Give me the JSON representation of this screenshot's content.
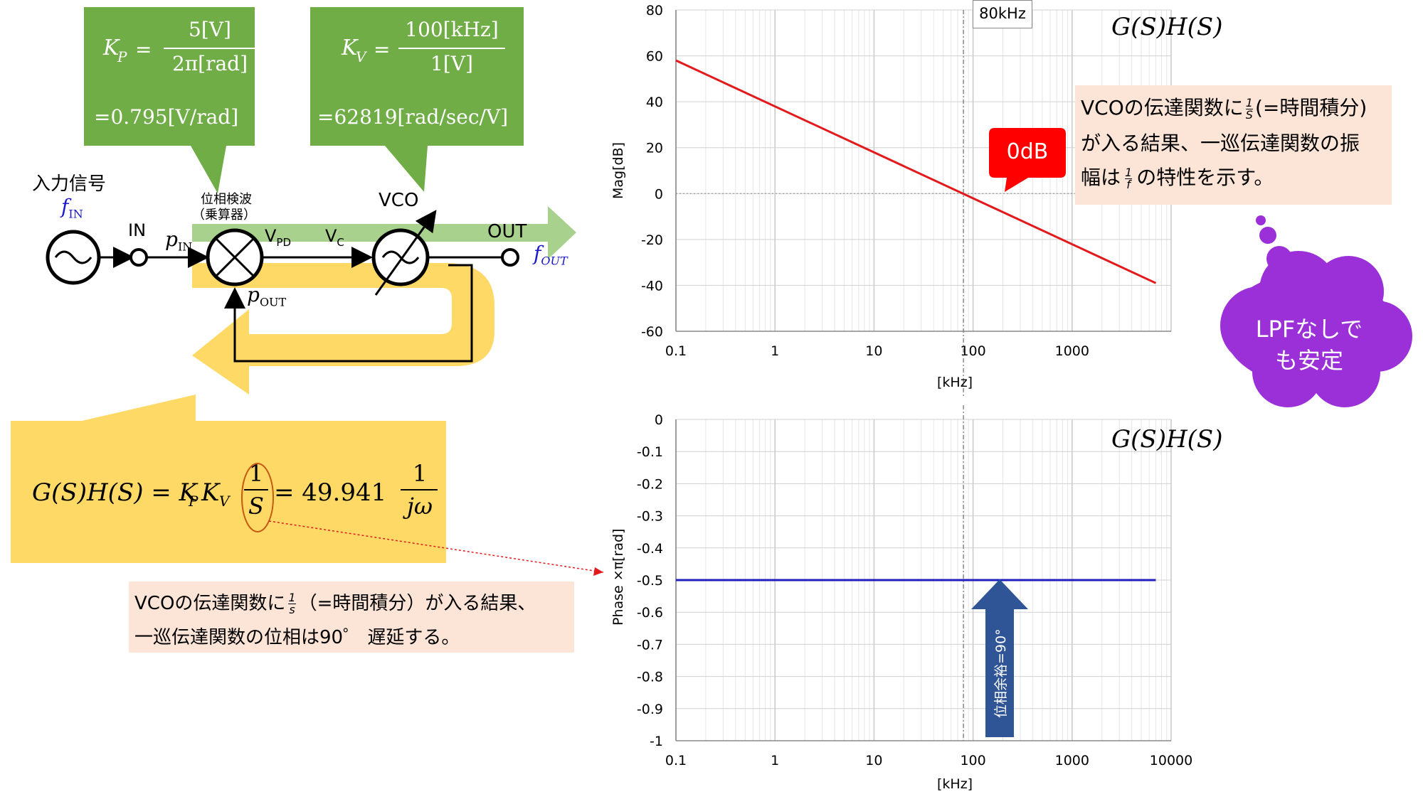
{
  "block_diagram": {
    "kp_callout": {
      "symbol": "K",
      "sub": "P",
      "numerator": "5[V]",
      "denominator": "2π[rad]",
      "value": "=0.795[V/rad]"
    },
    "kv_callout": {
      "symbol": "K",
      "sub": "V",
      "numerator": "100[kHz]",
      "denominator": "1[V]",
      "value": "=62819[rad/sec/V]"
    },
    "input_signal_label": "入力信号",
    "f_in": {
      "base": "f",
      "sub": "IN"
    },
    "in_label": "IN",
    "p_in": {
      "base": "p",
      "sub": "IN"
    },
    "phase_detector_label": "位相検波",
    "phase_detector_sublabel": "（乗算器）",
    "v_pd": {
      "base": "V",
      "sub": "PD"
    },
    "v_c": {
      "base": "V",
      "sub": "C"
    },
    "vco_label": "VCO",
    "out_label": "OUT",
    "f_out": {
      "base": "f",
      "sub": "OUT"
    },
    "p_out": {
      "base": "p",
      "sub": "OUT"
    },
    "loop_formula": {
      "lhs": "G(S)H(S) = K",
      "sub1": "P",
      "mid": "K",
      "sub2": "V",
      "frac_num": "1",
      "frac_den": "S",
      "equals": "= 49.941",
      "frac2_num": "1",
      "frac2_den": "jω"
    },
    "phase_note_line1_a": "VCOの伝達関数に",
    "phase_note_frac_num": "1",
    "phase_note_frac_den": "s",
    "phase_note_line1_b": "（=時間積分）が入る結果、",
    "phase_note_line2": "一巡伝達関数の位相は90゜ 遅延する。"
  },
  "mag_chart": {
    "title": "G(S)H(S)",
    "ylabel": "Mag[dB]",
    "xlabel": "[kHz]",
    "marker_80k": "80kHz",
    "zero_db_label": "0dB",
    "note_line1_a": "VCOの伝達関数に",
    "note_frac_num": "1",
    "note_frac_den": "S",
    "note_line1_b": "(=時間積分)",
    "note_line2": "が入る結果、一巡伝達関数の振",
    "note_line3_a": "幅は",
    "note_frac2_num": "1",
    "note_frac2_den": "f",
    "note_line3_b": "の特性を示す。",
    "cloud_text_line1": "LPFなしで",
    "cloud_text_line2": "も安定"
  },
  "phase_chart": {
    "title": "G(S)H(S)",
    "ylabel": "Phase ×π[rad]",
    "xlabel": "[kHz]",
    "arrow_label": "位相余裕=90°"
  },
  "colors": {
    "green": "#70ad47",
    "yellow": "#ffd966",
    "red": "#e31a1c",
    "blue": "#1f1fbf",
    "purple": "#9b30d9",
    "navy_arrow": "#2f5597",
    "note_bg": "#fce4d6"
  },
  "chart_data": [
    {
      "type": "line",
      "title": "G(S)H(S)",
      "xlabel": "[kHz]",
      "ylabel": "Mag[dB]",
      "x_scale": "log",
      "xlim": [
        0.1,
        10000
      ],
      "ylim": [
        -60,
        80
      ],
      "x_ticks": [
        "0.1",
        "1",
        "10",
        "100",
        "1000"
      ],
      "y_ticks": [
        "80",
        "60",
        "40",
        "20",
        "0",
        "-20",
        "-40",
        "-60"
      ],
      "grid": true,
      "series": [
        {
          "color": "#e31a1c",
          "x": [
            0.1,
            7000
          ],
          "y": [
            58,
            -39
          ]
        }
      ]
    },
    {
      "type": "line",
      "title": "G(S)H(S)",
      "xlabel": "[kHz]",
      "ylabel": "Phase ×π[rad]",
      "x_scale": "log",
      "xlim": [
        0.1,
        10000
      ],
      "ylim": [
        -1,
        0
      ],
      "x_ticks": [
        "0.1",
        "1",
        "10",
        "100",
        "1000",
        "10000"
      ],
      "y_ticks": [
        "0",
        "-0.1",
        "-0.2",
        "-0.3",
        "-0.4",
        "-0.5",
        "-0.6",
        "-0.7",
        "-0.8",
        "-0.9",
        "-1"
      ],
      "grid": true,
      "series": [
        {
          "color": "#1f1fbf",
          "x": [
            0.1,
            7000
          ],
          "y": [
            -0.5,
            -0.5
          ]
        }
      ]
    }
  ]
}
